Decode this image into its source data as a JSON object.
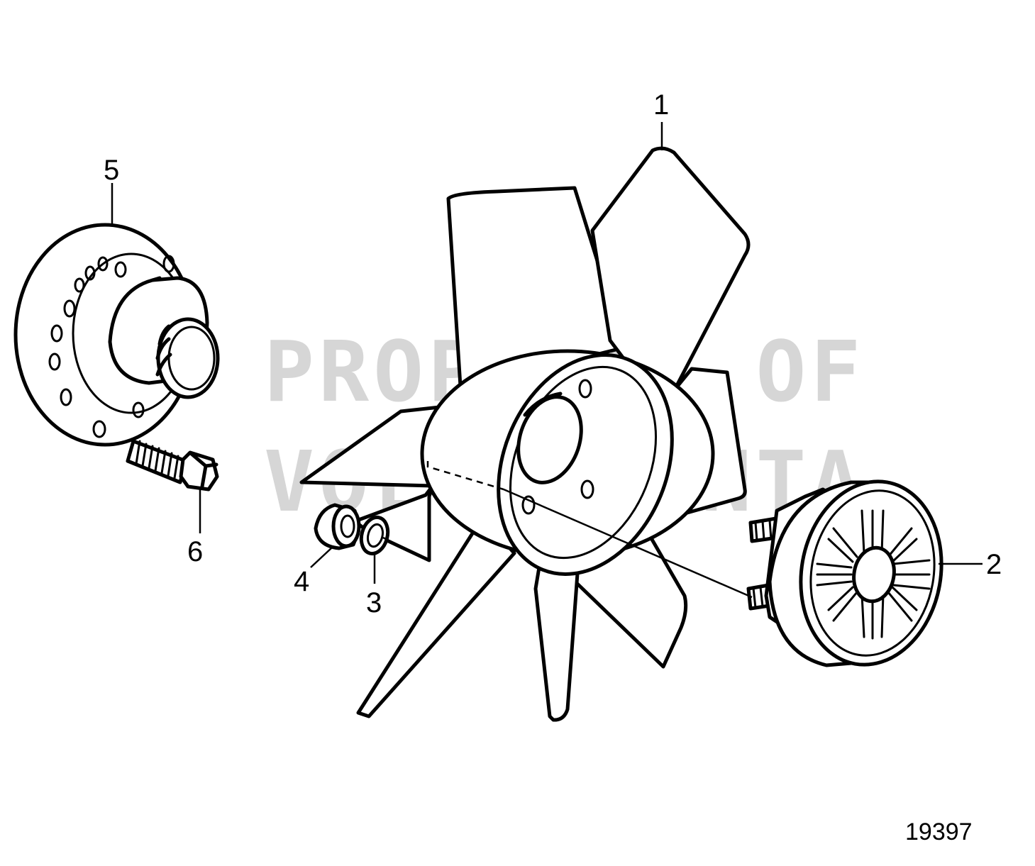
{
  "callouts": [
    {
      "id": "1",
      "part": "fan"
    },
    {
      "id": "2",
      "part": "viscous-coupling"
    },
    {
      "id": "3",
      "part": "washer"
    },
    {
      "id": "4",
      "part": "spacer"
    },
    {
      "id": "5",
      "part": "hub"
    },
    {
      "id": "6",
      "part": "screw"
    }
  ],
  "figure_number": "19397",
  "watermark": [
    "PROPERTY OF",
    "VOLVO PENTA"
  ]
}
